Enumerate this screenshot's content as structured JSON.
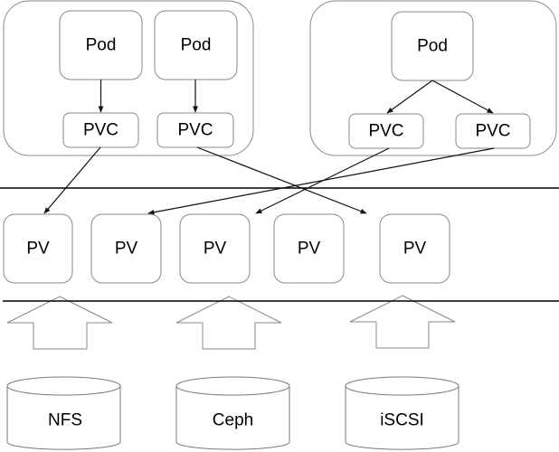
{
  "diagram": {
    "groups": [
      {
        "id": "group-left",
        "pods": [
          {
            "label": "Pod"
          },
          {
            "label": "Pod"
          }
        ],
        "pvcs": [
          {
            "label": "PVC"
          },
          {
            "label": "PVC"
          }
        ]
      },
      {
        "id": "group-right",
        "pods": [
          {
            "label": "Pod"
          }
        ],
        "pvcs": [
          {
            "label": "PVC"
          },
          {
            "label": "PVC"
          }
        ]
      }
    ],
    "pvs": [
      {
        "label": "PV"
      },
      {
        "label": "PV"
      },
      {
        "label": "PV"
      },
      {
        "label": "PV"
      },
      {
        "label": "PV"
      }
    ],
    "storage": [
      {
        "label": "NFS"
      },
      {
        "label": "Ceph"
      },
      {
        "label": "iSCSI"
      }
    ],
    "edges": [
      {
        "from": "pod-1",
        "to": "pvc-1"
      },
      {
        "from": "pod-2",
        "to": "pvc-2"
      },
      {
        "from": "pod-3",
        "to": "pvc-3"
      },
      {
        "from": "pod-3",
        "to": "pvc-4"
      },
      {
        "from": "pvc-1",
        "to": "pv-1"
      },
      {
        "from": "pvc-2",
        "to": "pv-4"
      },
      {
        "from": "pvc-3",
        "to": "pv-3"
      },
      {
        "from": "pvc-4",
        "to": "pv-2"
      }
    ],
    "colors": {
      "box_stroke": "#8a8a8a",
      "line": "#000000",
      "background": "#ffffff"
    }
  }
}
